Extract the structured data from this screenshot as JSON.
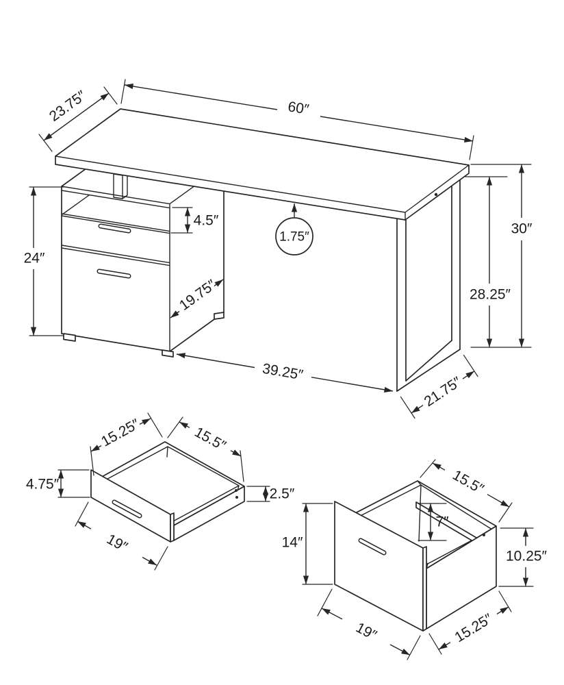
{
  "colors": {
    "background": "#ffffff",
    "line": "#262626",
    "label": "#1a1a1a"
  },
  "views": {
    "desk": {
      "dims": {
        "depth": "23.75″",
        "width": "60″",
        "shelf_height": "4.5″",
        "top_thickness": "1.75″",
        "overall_height": "30″",
        "clearance_height": "28.25″",
        "cabinet_height": "24″",
        "cabinet_depth": "19.75″",
        "floor_span": "39.25″",
        "leg_depth": "21.75″"
      }
    },
    "drawer_small": {
      "dims": {
        "top_width": "15.25″",
        "top_depth": "15.5″",
        "front_height": "4.75″",
        "side_height": "2.5″",
        "bottom_width": "19″"
      }
    },
    "drawer_large": {
      "dims": {
        "top_depth": "15.5″",
        "inner_height": "7″",
        "front_height": "14″",
        "side_height": "10.25″",
        "bottom_width": "19″",
        "bottom_depth": "15.25″"
      }
    }
  }
}
